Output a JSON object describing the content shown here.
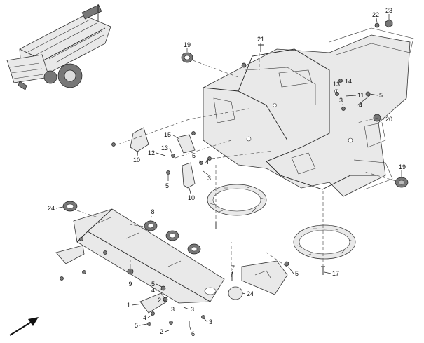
{
  "callouts": [
    {
      "label": "1"
    },
    {
      "label": "2"
    },
    {
      "label": "2"
    },
    {
      "label": "3"
    },
    {
      "label": "3"
    },
    {
      "label": "3"
    },
    {
      "label": "3"
    },
    {
      "label": "3"
    },
    {
      "label": "4"
    },
    {
      "label": "4"
    },
    {
      "label": "4"
    },
    {
      "label": "5"
    },
    {
      "label": "5"
    },
    {
      "label": "5"
    },
    {
      "label": "5"
    },
    {
      "label": "5"
    },
    {
      "label": "6"
    },
    {
      "label": "7"
    },
    {
      "label": "8"
    },
    {
      "label": "9"
    },
    {
      "label": "10"
    },
    {
      "label": "10"
    },
    {
      "label": "11"
    },
    {
      "label": "12"
    },
    {
      "label": "13"
    },
    {
      "label": "13"
    },
    {
      "label": "14"
    },
    {
      "label": "15"
    },
    {
      "label": "17"
    },
    {
      "label": "19"
    },
    {
      "label": "19"
    },
    {
      "label": "20"
    },
    {
      "label": "21"
    },
    {
      "label": "22"
    },
    {
      "label": "23"
    },
    {
      "label": "24"
    },
    {
      "label": "24"
    },
    {
      "label": "5"
    },
    {
      "label": "4"
    }
  ]
}
